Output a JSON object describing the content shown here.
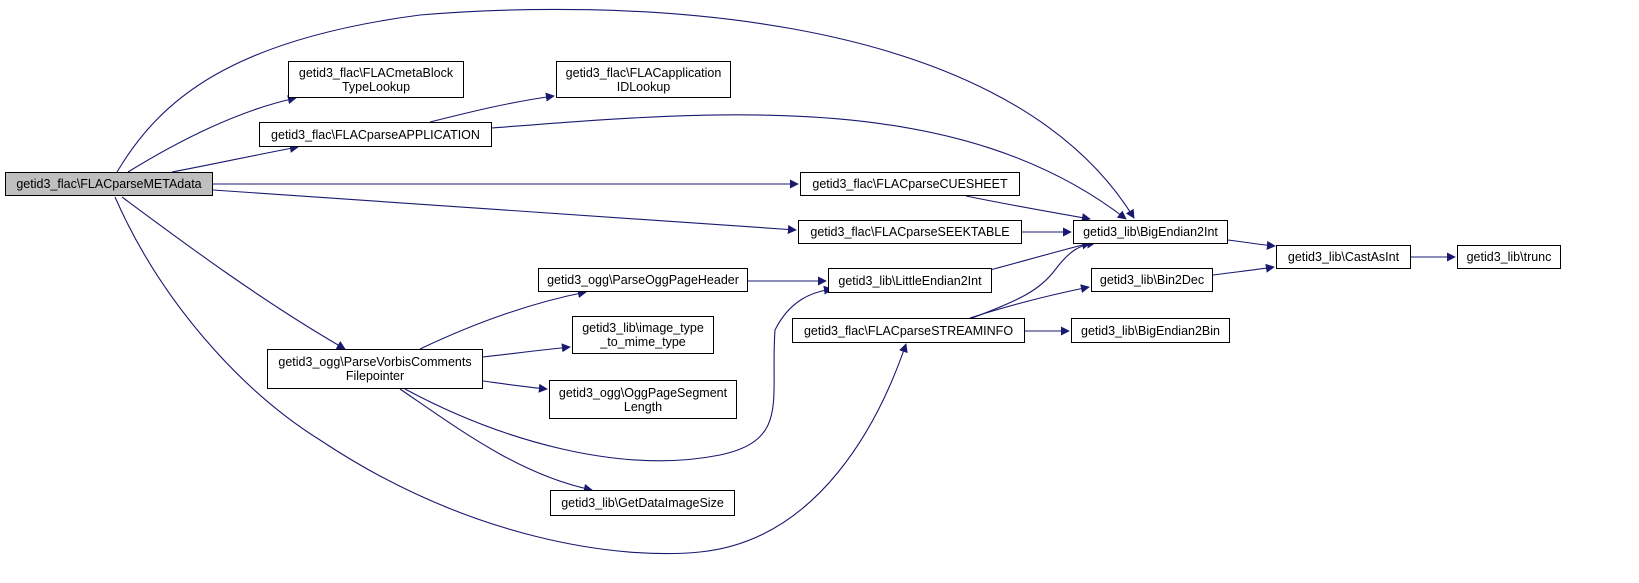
{
  "graph": {
    "nodes": [
      {
        "id": "root",
        "lines": [
          "getid3_flac\\FLACparseMETAdata"
        ],
        "root": true
      },
      {
        "id": "blocktype",
        "lines": [
          "getid3_flac\\FLACmetaBlock",
          "TypeLookup"
        ]
      },
      {
        "id": "application",
        "lines": [
          "getid3_flac\\FLACparseAPPLICATION"
        ]
      },
      {
        "id": "appid",
        "lines": [
          "getid3_flac\\FLACapplication",
          "IDLookup"
        ]
      },
      {
        "id": "cuesheet",
        "lines": [
          "getid3_flac\\FLACparseCUESHEET"
        ]
      },
      {
        "id": "seektable",
        "lines": [
          "getid3_flac\\FLACparseSEEKTABLE"
        ]
      },
      {
        "id": "bigendian2int",
        "lines": [
          "getid3_lib\\BigEndian2Int"
        ]
      },
      {
        "id": "castasint",
        "lines": [
          "getid3_lib\\CastAsInt"
        ]
      },
      {
        "id": "trunc",
        "lines": [
          "getid3_lib\\trunc"
        ]
      },
      {
        "id": "parseoggpageheader",
        "lines": [
          "getid3_ogg\\ParseOggPageHeader"
        ]
      },
      {
        "id": "littleendian2int",
        "lines": [
          "getid3_lib\\LittleEndian2Int"
        ]
      },
      {
        "id": "bin2dec",
        "lines": [
          "getid3_lib\\Bin2Dec"
        ]
      },
      {
        "id": "streaminfo",
        "lines": [
          "getid3_flac\\FLACparseSTREAMINFO"
        ]
      },
      {
        "id": "bigendian2bin",
        "lines": [
          "getid3_lib\\BigEndian2Bin"
        ]
      },
      {
        "id": "vorbiscomments",
        "lines": [
          "getid3_ogg\\ParseVorbisComments",
          "Filepointer"
        ]
      },
      {
        "id": "imagetype",
        "lines": [
          "getid3_lib\\image_type",
          "_to_mime_type"
        ]
      },
      {
        "id": "oggpagesegment",
        "lines": [
          "getid3_ogg\\OggPageSegment",
          "Length"
        ]
      },
      {
        "id": "getdataimagesize",
        "lines": [
          "getid3_lib\\GetDataImageSize"
        ]
      }
    ],
    "edges": [
      {
        "from": "root",
        "to": "bigendian2int"
      },
      {
        "from": "root",
        "to": "blocktype"
      },
      {
        "from": "root",
        "to": "application"
      },
      {
        "from": "root",
        "to": "cuesheet"
      },
      {
        "from": "root",
        "to": "seektable"
      },
      {
        "from": "root",
        "to": "vorbiscomments"
      },
      {
        "from": "root",
        "to": "streaminfo"
      },
      {
        "from": "application",
        "to": "appid"
      },
      {
        "from": "application",
        "to": "bigendian2int"
      },
      {
        "from": "cuesheet",
        "to": "bigendian2int"
      },
      {
        "from": "seektable",
        "to": "bigendian2int"
      },
      {
        "from": "bigendian2int",
        "to": "castasint"
      },
      {
        "from": "castasint",
        "to": "trunc"
      },
      {
        "from": "parseoggpageheader",
        "to": "littleendian2int"
      },
      {
        "from": "littleendian2int",
        "to": "bigendian2int"
      },
      {
        "from": "streaminfo",
        "to": "bigendian2int"
      },
      {
        "from": "streaminfo",
        "to": "bin2dec"
      },
      {
        "from": "streaminfo",
        "to": "bigendian2bin"
      },
      {
        "from": "bin2dec",
        "to": "castasint"
      },
      {
        "from": "vorbiscomments",
        "to": "parseoggpageheader"
      },
      {
        "from": "vorbiscomments",
        "to": "imagetype"
      },
      {
        "from": "vorbiscomments",
        "to": "oggpagesegment"
      },
      {
        "from": "vorbiscomments",
        "to": "littleendian2int"
      },
      {
        "from": "vorbiscomments",
        "to": "getdataimagesize"
      }
    ],
    "colors": {
      "edge": "#191970",
      "root_fill": "#bfbfbf",
      "node_border": "#000000"
    }
  }
}
